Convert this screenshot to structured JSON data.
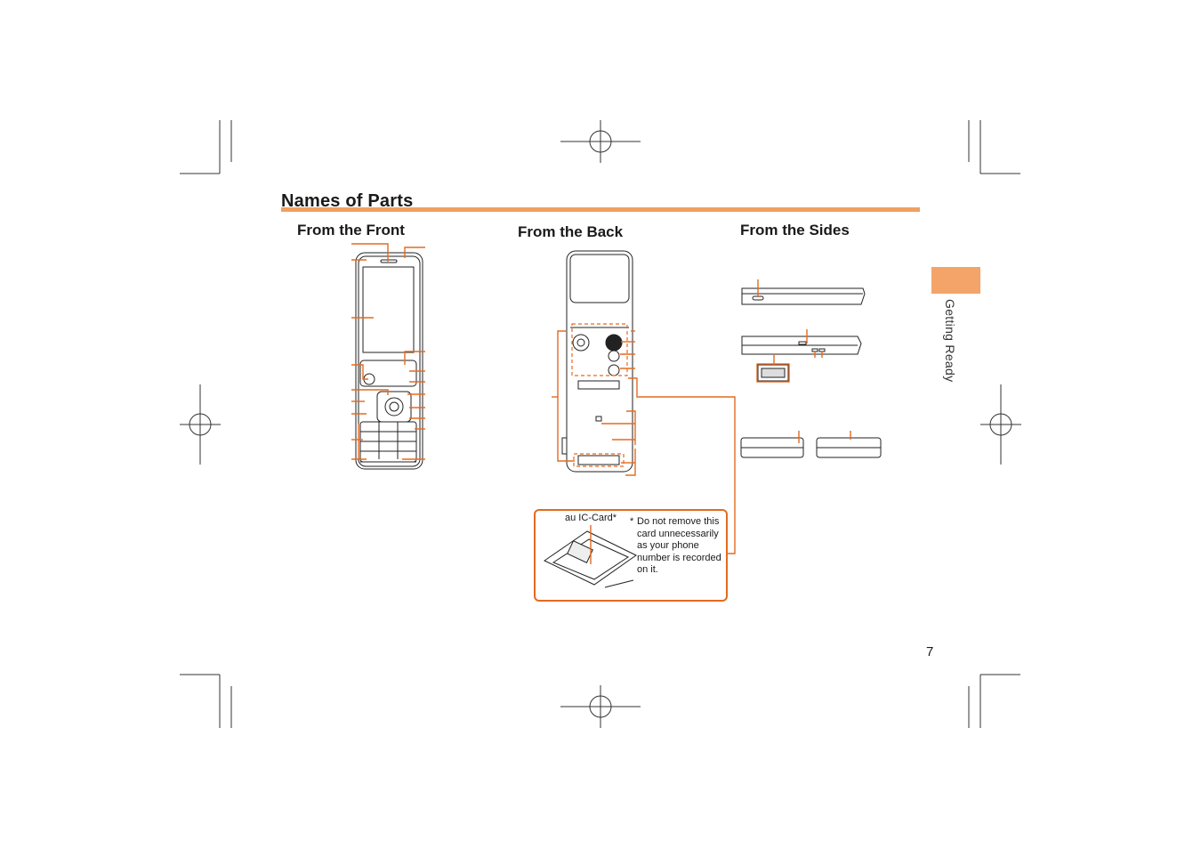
{
  "page": {
    "title": "Names of Parts",
    "side_tab_label": "Getting Ready",
    "page_number": "7"
  },
  "sections": {
    "front": "From the Front",
    "back": "From the Back",
    "sides": "From the Sides"
  },
  "callout": {
    "label": "au IC-Card*",
    "footnote_mark": "*",
    "footnote": "Do not remove this card unnecessarily as your phone number is recorded on it."
  },
  "colors": {
    "accent": "#f0a060",
    "leader": "#e56a1f",
    "tab": "#f4a468"
  }
}
